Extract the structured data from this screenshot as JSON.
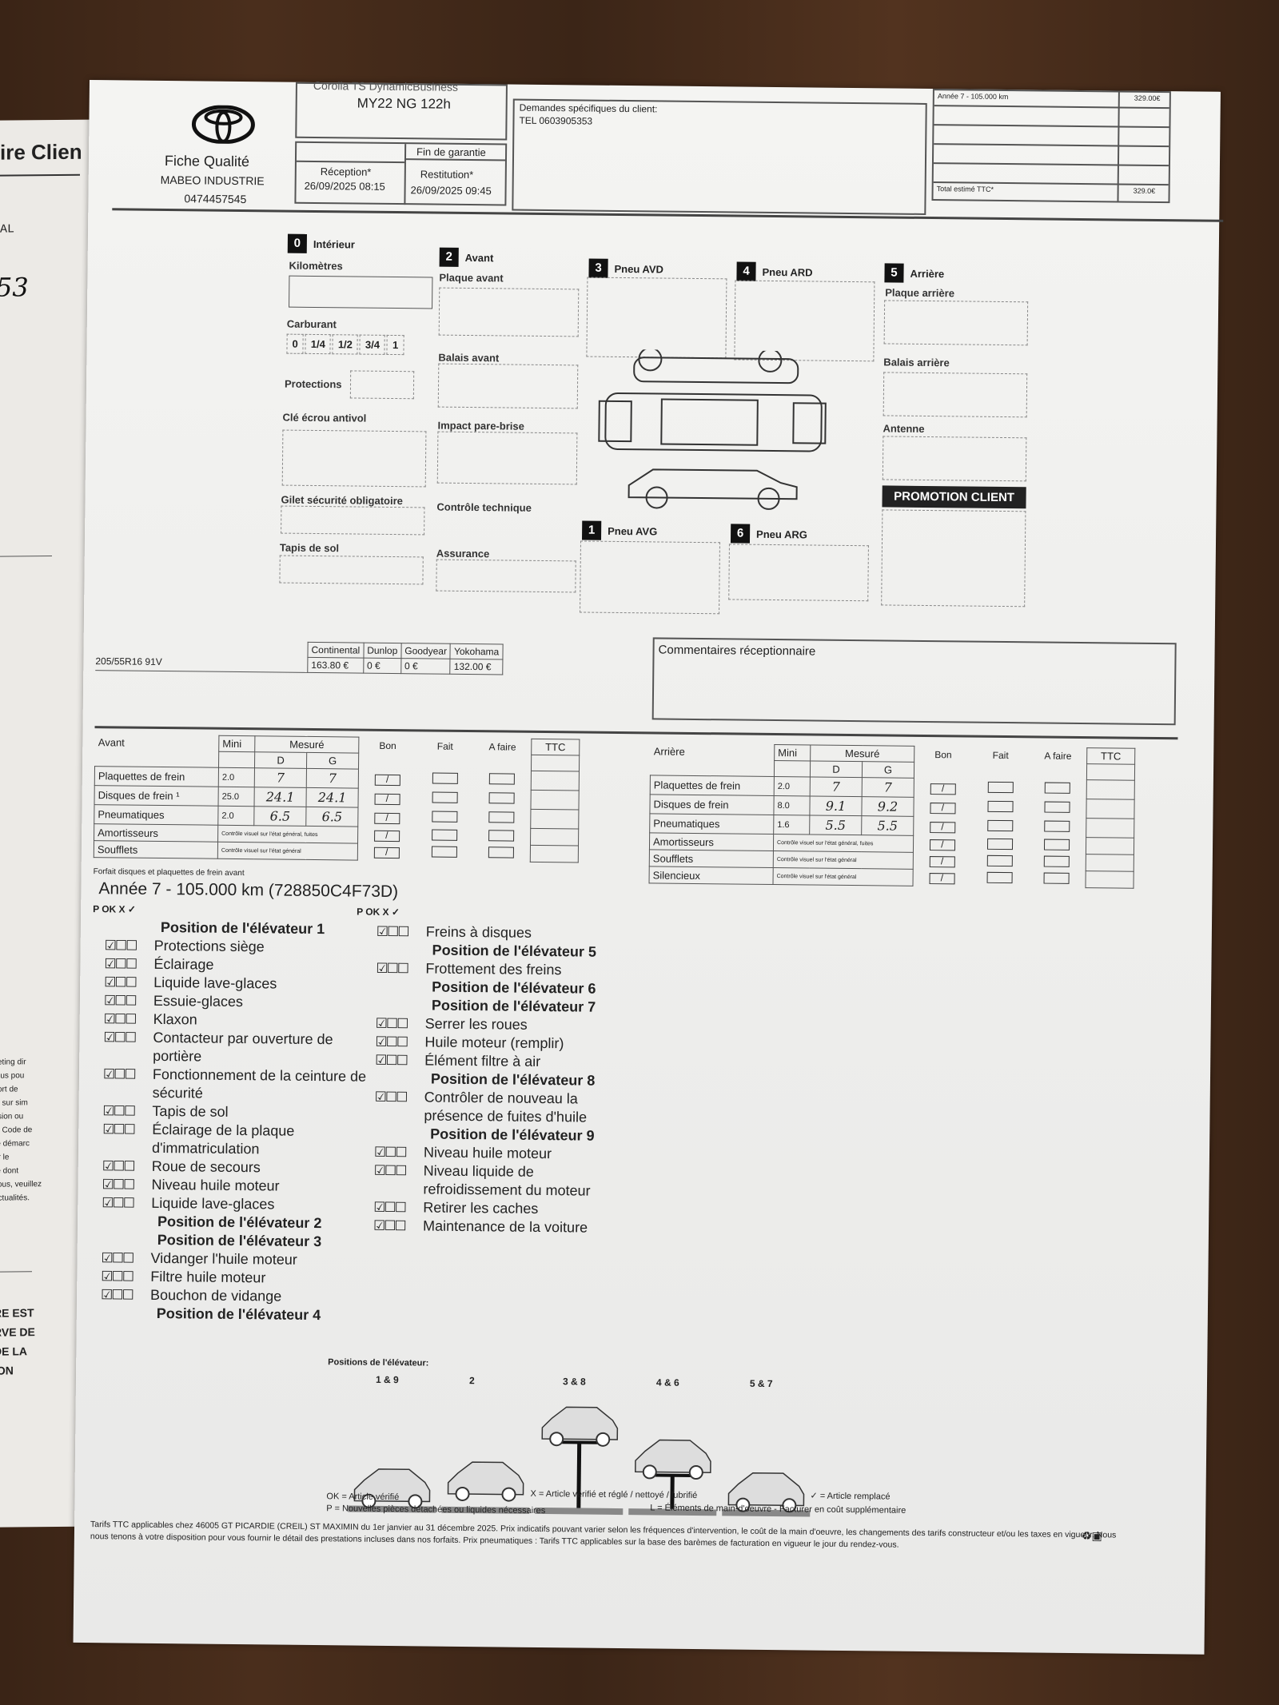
{
  "left_page": {
    "title": "ire Clien",
    "lines": [
      "AL",
      "53"
    ],
    "small_text": [
      "keting dir",
      "fous pou",
      "sort de",
      "ts sur sim",
      "ssion ou",
      "lu Code de",
      "re démarc",
      "ur le",
      "re dont",
      "vous, veuillez",
      "actualités."
    ],
    "bold_text": [
      "RE EST",
      "RVE DE",
      "DE LA",
      "ION"
    ]
  },
  "header": {
    "brand": "Fiche Qualité",
    "company": "MABEO INDUSTRIE",
    "phone": "0474457545",
    "model_top": "Corolla TS DynamicBusiness",
    "model": "MY22 NG 122h",
    "warranty_label": "Fin de garantie",
    "reception_label": "Réception*",
    "reception_date": "26/09/2025 08:15",
    "restitution_label": "Restitution*",
    "restitution_date": "26/09/2025 09:45",
    "requests_label": "Demandes spécifiques du client:",
    "requests_phone": "TEL 0603905353",
    "price_line": "Année 7 - 105.000 km",
    "price_value": "329.00€",
    "total_label": "Total estimé TTC*",
    "total_value": "329.0€"
  },
  "inspection": {
    "sections": [
      {
        "n": "0",
        "label": "Intérieur"
      },
      {
        "n": "2",
        "label": "Avant"
      },
      {
        "n": "3",
        "label": "Pneu AVD"
      },
      {
        "n": "4",
        "label": "Pneu ARD"
      },
      {
        "n": "5",
        "label": "Arrière"
      },
      {
        "n": "1",
        "label": "Pneu AVG"
      },
      {
        "n": "6",
        "label": "Pneu ARG"
      }
    ],
    "interior": {
      "km": "Kilomètres",
      "fuel": "Carburant",
      "fuel_levels": [
        "0",
        "1/4",
        "1/2",
        "3/4",
        "1"
      ],
      "protections": "Protections",
      "antitheft": "Clé écrou antivol",
      "vest": "Gilet sécurité obligatoire",
      "mats": "Tapis de sol"
    },
    "front": {
      "plate": "Plaque avant",
      "wipers": "Balais avant",
      "windshield": "Impact pare-brise",
      "tech": "Contrôle technique",
      "insurance": "Assurance"
    },
    "rear": {
      "plate": "Plaque arrière",
      "wipers": "Balais arrière",
      "antenna": "Antenne"
    },
    "promo": "PROMOTION CLIENT"
  },
  "tyres": {
    "size": "205/55R16 91V",
    "brands": [
      "Continental",
      "Dunlop",
      "Goodyear",
      "Yokohama"
    ],
    "prices": [
      "163.80 €",
      "0 €",
      "0 €",
      "132.00 €"
    ]
  },
  "comments_label": "Commentaires réceptionnaire",
  "brakes": {
    "front": {
      "title": "Avant",
      "mini": "Mini",
      "measured": "Mesuré",
      "d": "D",
      "g": "G",
      "bon": "Bon",
      "fait": "Fait",
      "afaire": "A faire",
      "ttc": "TTC",
      "rows": [
        {
          "label": "Plaquettes de frein",
          "mini": "2.0",
          "d": "7",
          "g": "7"
        },
        {
          "label": "Disques de frein ¹",
          "mini": "25.0",
          "d": "24.1",
          "g": "24.1"
        },
        {
          "label": "Pneumatiques",
          "mini": "2.0",
          "d": "6.5",
          "g": "6.5"
        },
        {
          "label": "Amortisseurs",
          "note": "Contrôle visuel sur l'état général, fuites"
        },
        {
          "label": "Soufflets",
          "note": "Contrôle visuel sur l'état général"
        }
      ],
      "checked": [
        true,
        true,
        true,
        true,
        true
      ],
      "footnote": "Forfait disques et plaquettes de frein avant"
    },
    "rear": {
      "title": "Arrière",
      "rows": [
        {
          "label": "Plaquettes de frein",
          "mini": "2.0",
          "d": "7",
          "g": "7"
        },
        {
          "label": "Disques de frein",
          "mini": "8.0",
          "d": "9.1",
          "g": "9.2"
        },
        {
          "label": "Pneumatiques",
          "mini": "1.6",
          "d": "5.5",
          "g": "5.5"
        },
        {
          "label": "Amortisseurs",
          "note": "Contrôle visuel sur l'état général, fuites"
        },
        {
          "label": "Soufflets",
          "note": "Contrôle visuel sur l'état général"
        },
        {
          "label": "Silencieux",
          "note": "Contrôle visuel sur l'état général"
        }
      ],
      "checked": [
        true,
        true,
        true,
        true,
        true,
        true
      ]
    }
  },
  "service_title": "Année 7 - 105.000 km (728850C4F73D)",
  "col_header": "P OK X ✓",
  "checklist_left": [
    {
      "h": "Position de l'élévateur 1"
    },
    {
      "t": "Protections siège"
    },
    {
      "t": "Éclairage"
    },
    {
      "t": "Liquide lave-glaces"
    },
    {
      "t": "Essuie-glaces"
    },
    {
      "t": "Klaxon"
    },
    {
      "t": "Contacteur par ouverture de portière"
    },
    {
      "t": "Fonctionnement de la ceinture de sécurité"
    },
    {
      "t": "Tapis de sol"
    },
    {
      "t": "Éclairage de la plaque d'immatriculation"
    },
    {
      "t": "Roue de secours"
    },
    {
      "t": "Niveau huile moteur"
    },
    {
      "t": "Liquide lave-glaces"
    },
    {
      "h": "Position de l'élévateur 2"
    },
    {
      "h": "Position de l'élévateur 3"
    },
    {
      "t": "Vidanger l'huile moteur"
    },
    {
      "t": "Filtre huile moteur"
    },
    {
      "t": "Bouchon de vidange"
    },
    {
      "h": "Position de l'élévateur 4"
    }
  ],
  "checklist_right": [
    {
      "t": "Freins à disques"
    },
    {
      "h": "Position de l'élévateur 5"
    },
    {
      "t": "Frottement des freins"
    },
    {
      "h": "Position de l'élévateur 6"
    },
    {
      "h": "Position de l'élévateur 7"
    },
    {
      "t": "Serrer les roues"
    },
    {
      "t": "Huile moteur (remplir)"
    },
    {
      "t": "Élément filtre à air"
    },
    {
      "h": "Position de l'élévateur 8"
    },
    {
      "t": "Contrôler de nouveau la présence de fuites d'huile"
    },
    {
      "h": "Position de l'élévateur 9"
    },
    {
      "t": "Niveau huile moteur"
    },
    {
      "t": "Niveau liquide de refroidissement du moteur"
    },
    {
      "t": "Retirer les caches"
    },
    {
      "t": "Maintenance de la voiture"
    }
  ],
  "lift": {
    "title": "Positions de l'élévateur:",
    "positions": [
      "1 & 9",
      "2",
      "3 & 8",
      "4 & 6",
      "5 & 7"
    ]
  },
  "legend": {
    "ok": "OK = Article vérifié",
    "p": "P = Nouvelles pièces détachées ou liquides nécessaires",
    "x": "X = Article vérifié et réglé / nettoyé / lubrifié",
    "l": "L = Éléments de main-d'oeuvre - Facturer en coût supplémentaire",
    "check": "✓ = Article remplacé"
  },
  "footer": "Tarifs TTC applicables chez 46005 GT PICARDIE (CREIL) ST MAXIMIN du 1er janvier au 31 décembre 2025. Prix indicatifs pouvant varier selon les fréquences d'intervention, le coût de la main d'oeuvre, les changements des tarifs constructeur et/ou les taxes en vigueur. Nous nous tenons à votre disposition pour vous fournir le détail des prestations incluses dans nos forfaits. Prix pneumatiques : Tarifs TTC applicables sur la base des barèmes de facturation en vigueur le jour du rendez-vous."
}
